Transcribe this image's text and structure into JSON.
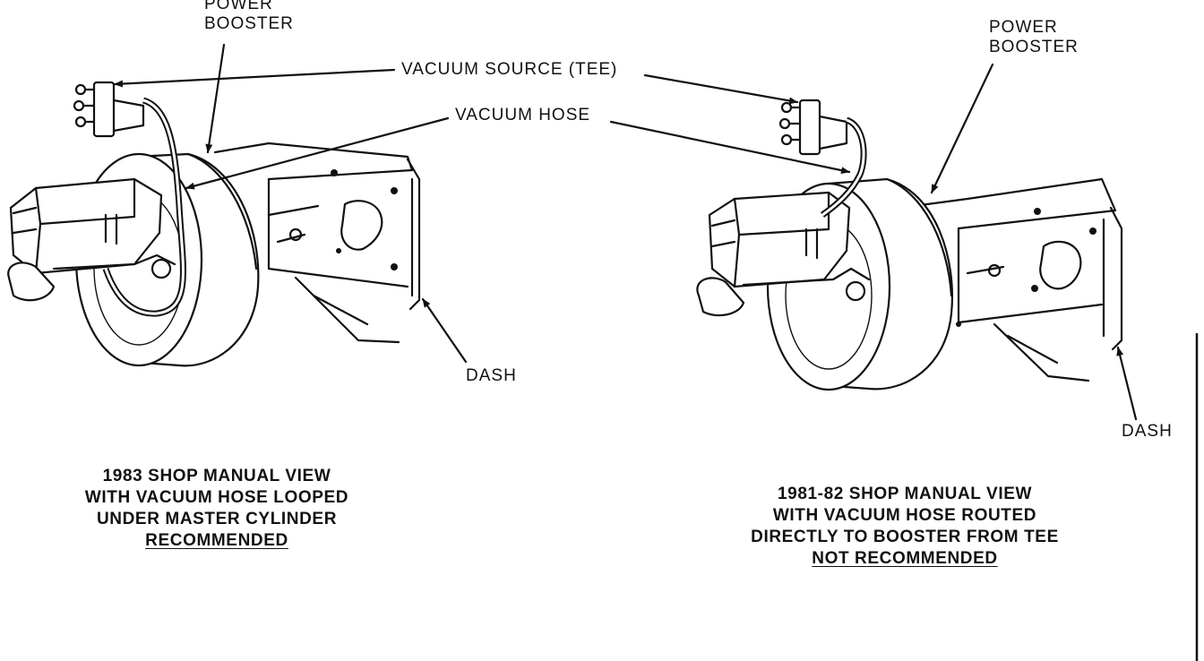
{
  "labels": {
    "power_booster_left": [
      "POWER",
      "BOOSTER"
    ],
    "power_booster_right": [
      "POWER",
      "BOOSTER"
    ],
    "vacuum_source": "VACUUM SOURCE (TEE)",
    "vacuum_hose": "VACUUM HOSE",
    "dash_left": "DASH",
    "dash_right": "DASH"
  },
  "captions": {
    "left": {
      "lines": [
        "1983 SHOP MANUAL VIEW",
        "WITH VACUUM HOSE LOOPED",
        "UNDER MASTER CYLINDER"
      ],
      "verdict": "RECOMMENDED"
    },
    "right": {
      "lines": [
        "1981-82 SHOP MANUAL VIEW",
        "WITH VACUUM HOSE ROUTED",
        "DIRECTLY TO BOOSTER FROM TEE"
      ],
      "verdict": "NOT RECOMMENDED"
    }
  },
  "colors": {
    "ink": "#111111",
    "paper": "#ffffff"
  }
}
